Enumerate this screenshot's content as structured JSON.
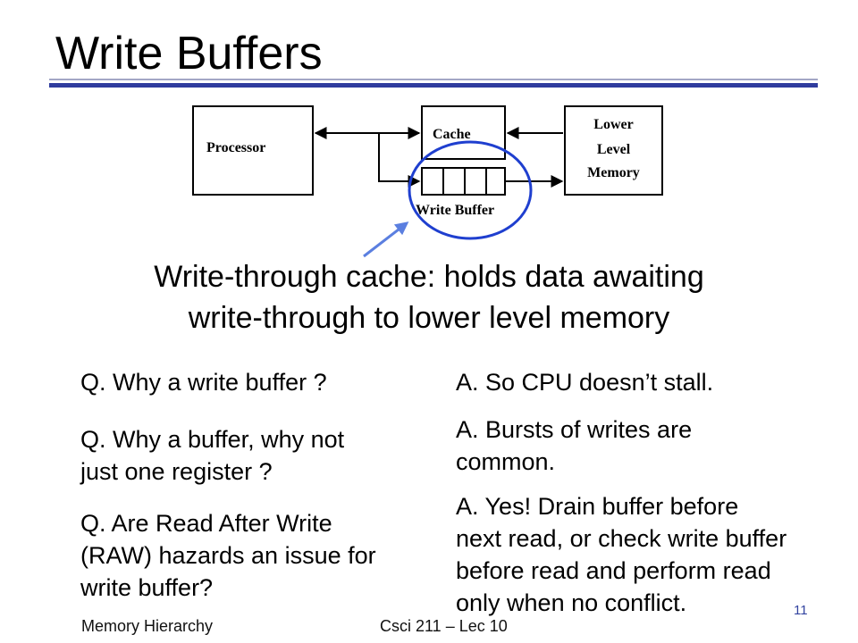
{
  "slide": {
    "title": "Write Buffers",
    "page_number": "11"
  },
  "diagram": {
    "processor_label": "Processor",
    "cache_label": "Cache",
    "lower_memory_label_line1": "Lower",
    "lower_memory_label_line2": "Level",
    "lower_memory_label_line3": "Memory",
    "write_buffer_label": "Write Buffer",
    "highlight_color": "#1f3fcf",
    "pointer_arrow_color": "#5b7fe0"
  },
  "headline": {
    "line1": "Write-through cache: holds data awaiting",
    "line2": "write-through to lower level memory"
  },
  "qa": {
    "q1": "Q. Why a write buffer ?",
    "a1": "A. So CPU doesn’t stall.",
    "q2_line1": "Q. Why a buffer, why not",
    "q2_line2": "just one register ?",
    "a2_line1": "A. Bursts of writes are",
    "a2_line2": "common.",
    "q3_line1": "Q. Are Read After Write",
    "q3_line2": "(RAW) hazards an issue for",
    "q3_line3": "write buffer?",
    "a3_line1": "A. Yes!  Drain buffer before",
    "a3_line2": "next read, or check write buffer",
    "a3_line3": "before read and perform read",
    "a3_line4": "only when no conflict."
  },
  "footer": {
    "left": "Memory Hierarchy",
    "center": "Csci 211 – Lec 10"
  }
}
